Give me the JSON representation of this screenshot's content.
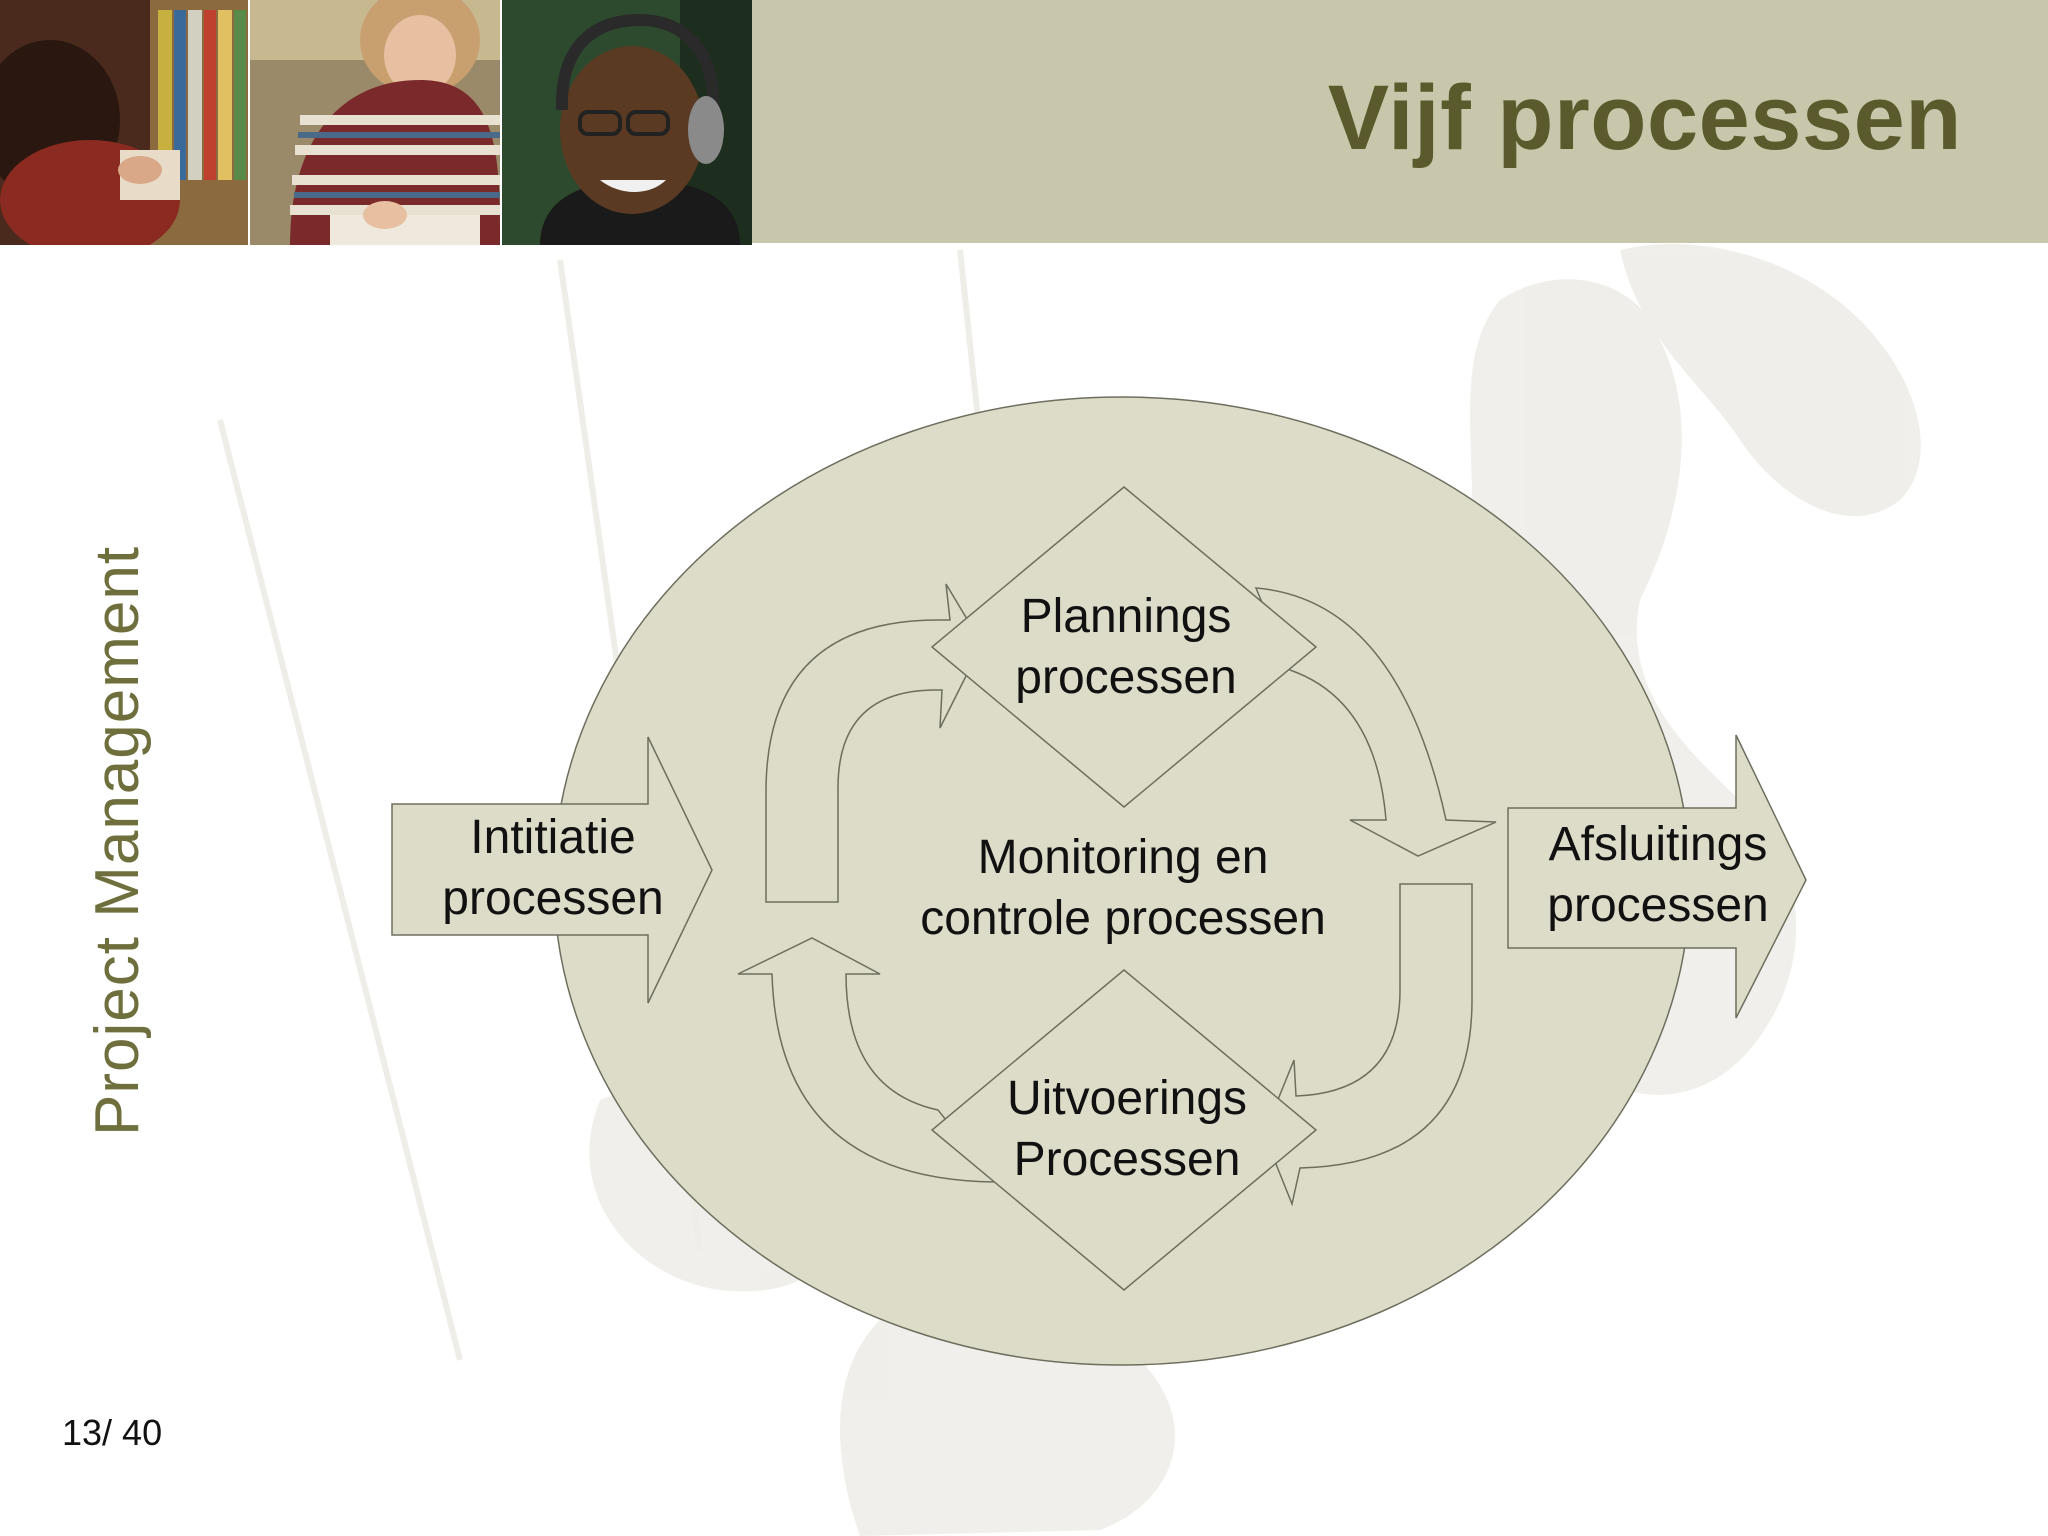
{
  "slide": {
    "title": "Vijf processen",
    "side_label": "Project Management",
    "page_number": "13/ 40"
  },
  "diagram": {
    "initiation": [
      "Intitiatie",
      "processen"
    ],
    "planning": [
      "Plannings",
      "processen"
    ],
    "monitoring": [
      "Monitoring en",
      "controle processen"
    ],
    "execution": [
      "Uitvoerings",
      "Processen"
    ],
    "closing": [
      "Afsluitings",
      "processen"
    ]
  },
  "colors": {
    "header_band": "#c8c7ac",
    "title": "#5a5a2c",
    "side_label": "#6f6f3d",
    "shape_fill": "#dcdcc8",
    "shape_stroke": "#6e6e5e"
  }
}
